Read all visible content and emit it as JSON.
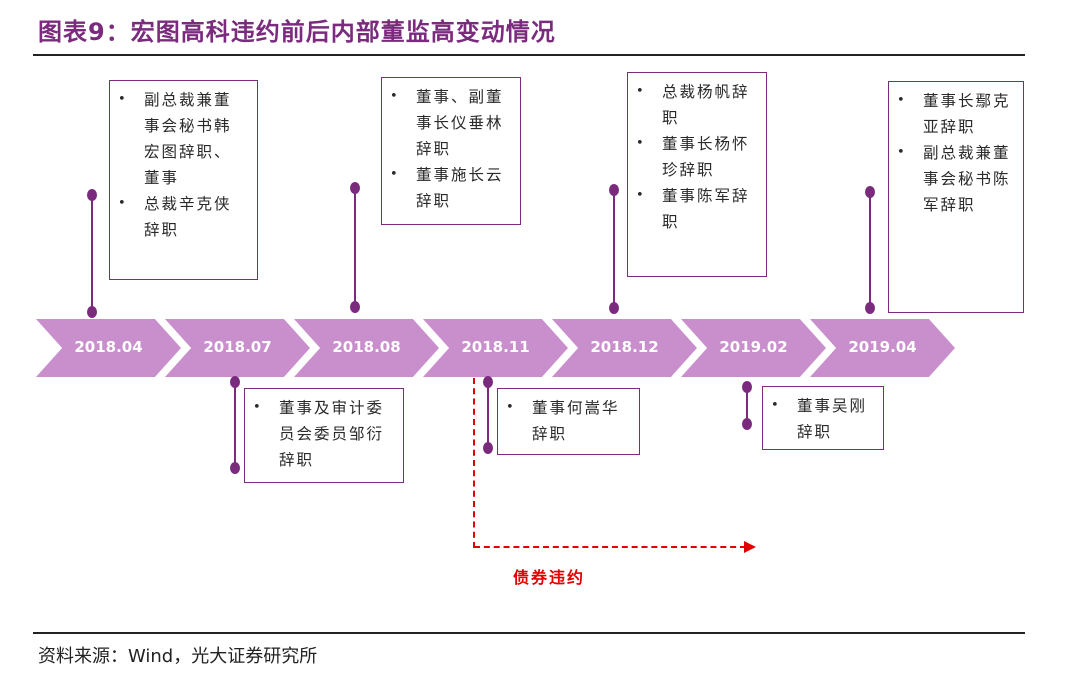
{
  "title": "图表9：宏图高科违约前后内部董监高变动情况",
  "timeline": {
    "dates": [
      "2018.04",
      "2018.07",
      "2018.08",
      "2018.11",
      "2018.12",
      "2019.02",
      "2019.04"
    ]
  },
  "events": {
    "e201804": [
      "副总裁兼董事会秘书韩宏图辞职、董事",
      "总裁辛克侠辞职"
    ],
    "e201807": [
      "董事及审计委员会委员邹衍辞职"
    ],
    "e201808": [
      "董事、副董事长仪垂林辞职",
      "董事施长云辞职"
    ],
    "e201811": [
      "董事何嵩华辞职"
    ],
    "e201812": [
      "总裁杨帆辞职",
      "董事长杨怀珍辞职",
      "董事陈军辞职"
    ],
    "e201902": [
      "董事吴刚辞职"
    ],
    "e201904": [
      "董事长鄢克亚辞职",
      "副总裁兼董事会秘书陈军辞职"
    ]
  },
  "bullet_symbol": "•",
  "default_label": "债券违约",
  "source": "资料来源：Wind，光大证券研究所"
}
